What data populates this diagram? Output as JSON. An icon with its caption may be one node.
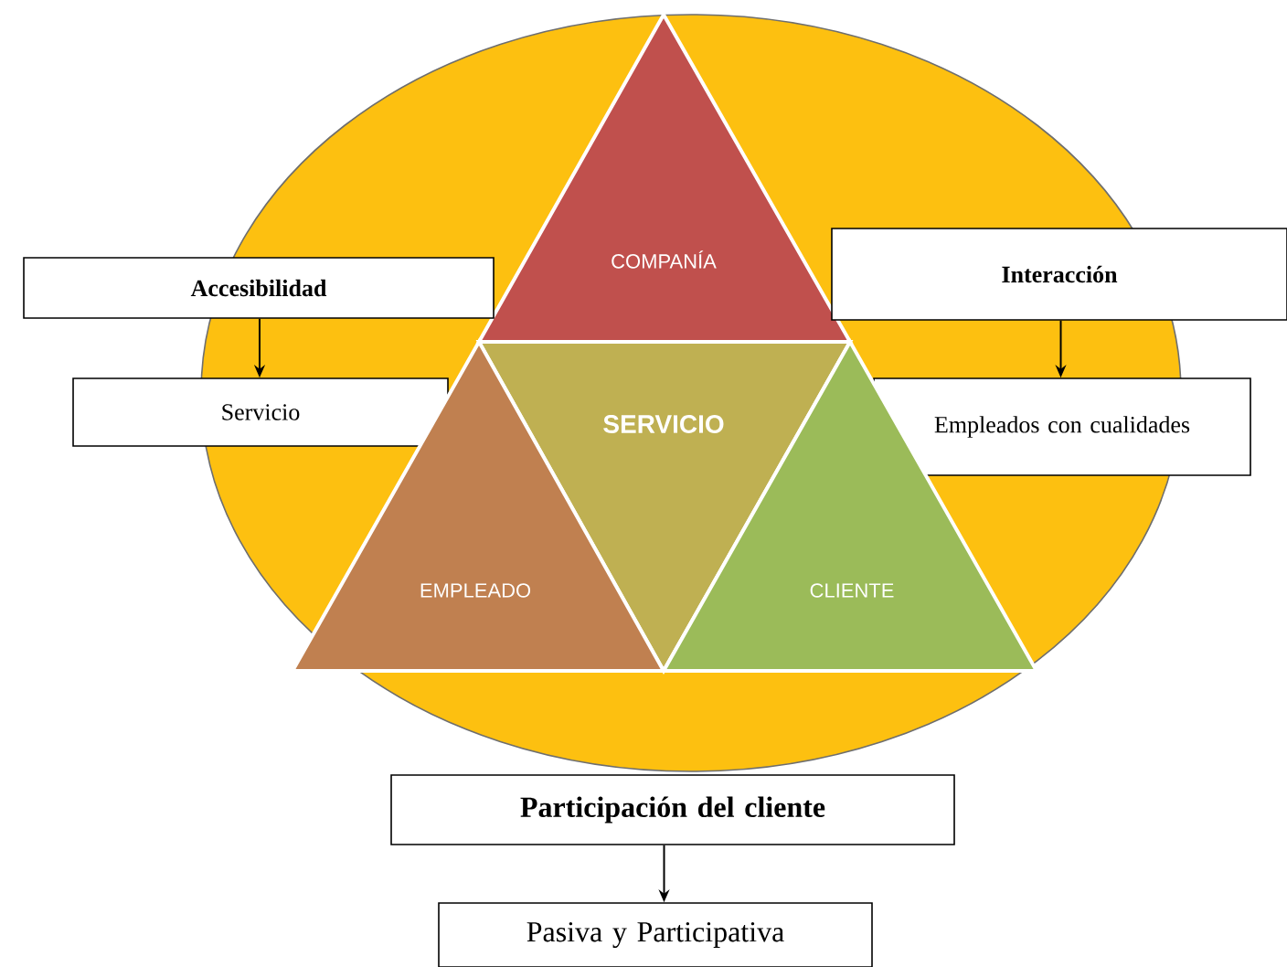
{
  "diagram": {
    "nodes": [
      {
        "text": [
          "COMPANÍA"
        ]
      },
      {
        "text": [
          "Accesibilidad"
        ]
      },
      {
        "text": [
          "Interacción"
        ]
      },
      {
        "text": [
          "Servicio"
        ]
      },
      {
        "text": [
          "SERVICIO"
        ]
      },
      {
        "text": [
          "Empleados con cualidades"
        ]
      },
      {
        "text": [
          "EMPLEADO"
        ]
      },
      {
        "text": [
          "CLIENTE"
        ]
      },
      {
        "text": [
          "Participación del cliente"
        ]
      },
      {
        "text": [
          "Pasiva y Participativa"
        ]
      }
    ],
    "edges": [
      {
        "from": 1,
        "to": 3,
        "arrow": "to"
      },
      {
        "from": 2,
        "to": 5,
        "arrow": "to"
      },
      {
        "from": 8,
        "to": 9,
        "arrow": "to"
      }
    ]
  }
}
